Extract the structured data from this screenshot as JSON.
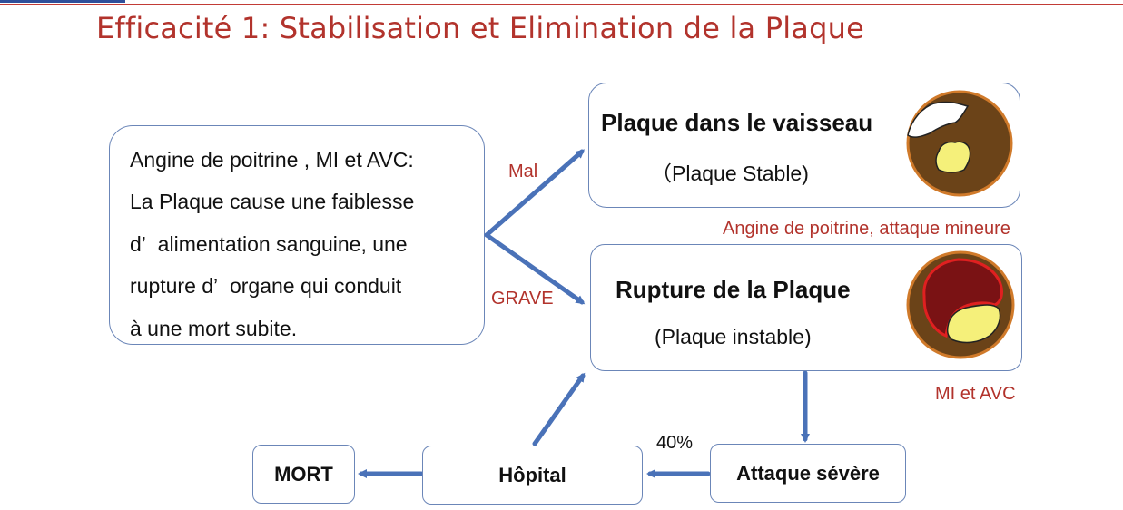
{
  "slide": {
    "title": "Efficacité 1: Stabilisation et Elimination de la Plaque"
  },
  "description": {
    "lines": [
      "Angine de poitrine , MI et AVC:",
      "La Plaque cause une faiblesse",
      "d’  alimentation sanguine, une",
      "rupture d’  organe qui conduit",
      "à une mort subite."
    ]
  },
  "stable": {
    "title": "Plaque dans le vaisseau",
    "subtitle": "（Plaque Stable)",
    "icon": "stable-plaque-vessel-icon",
    "caption": "Angine de poitrine, attaque mineure"
  },
  "rupture": {
    "title": "Rupture de la Plaque",
    "subtitle": "(Plaque instable)",
    "icon": "ruptured-plaque-vessel-icon",
    "caption": "MI et AVC"
  },
  "branches": {
    "mild": "Mal",
    "severe": "GRAVE"
  },
  "bottom": {
    "attack": "Attaque sévère",
    "hospital": "Hôpital",
    "death": "MORT",
    "percent": "40%"
  },
  "colors": {
    "title_red": "#b2332c",
    "arrow_blue": "#4a72b8",
    "box_border": "#6b86b8",
    "vessel_brown": "#6b4318",
    "vessel_rim": "#d07a2a",
    "plaque_yellow": "#f5f07a",
    "rupture_dark_red": "#7a1214",
    "rupture_red_edge": "#e02020"
  }
}
